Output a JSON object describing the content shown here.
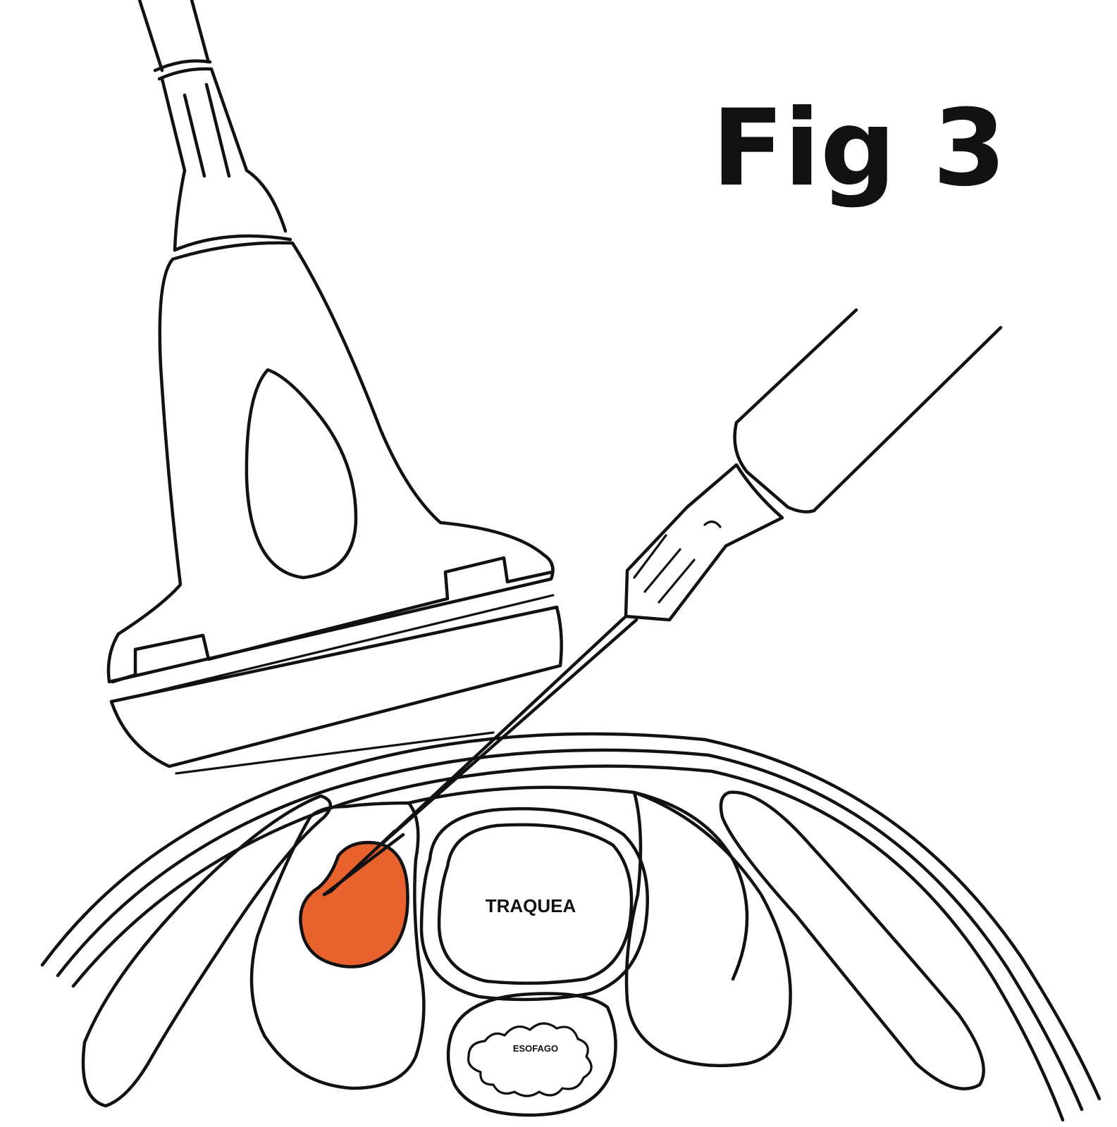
{
  "figure": {
    "title": "Fig 3"
  },
  "labels": {
    "trachea": "TRAQUEA",
    "esophagus": "ESOFAGO"
  },
  "colors": {
    "ink": "#111111",
    "target_fill": "#e8622e",
    "background": "#ffffff"
  }
}
